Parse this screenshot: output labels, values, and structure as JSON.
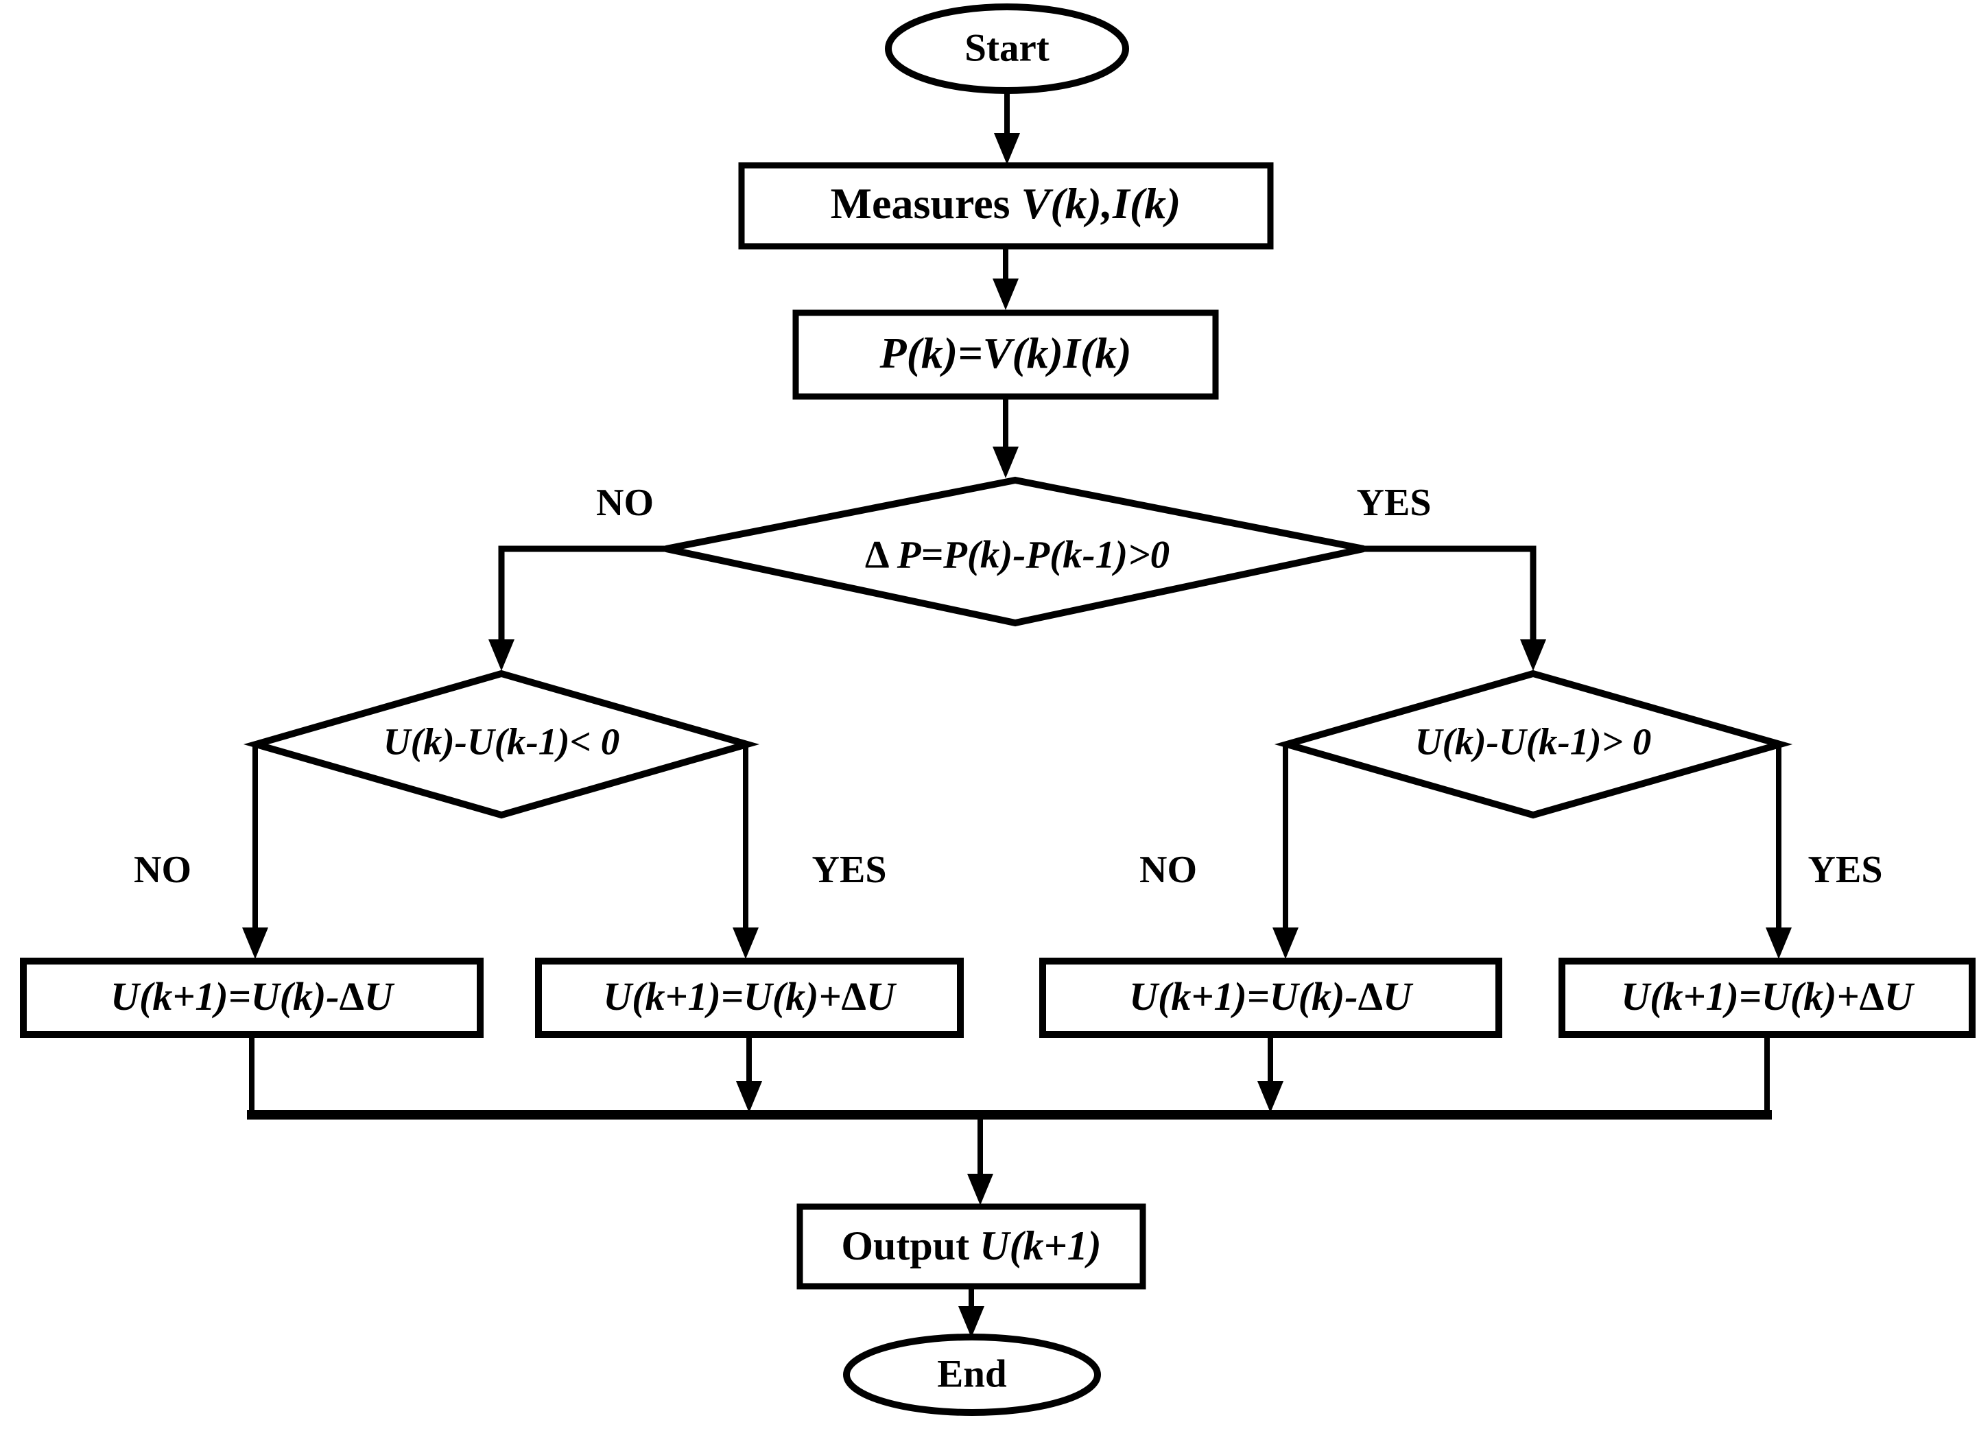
{
  "figure": {
    "kind": "flowchart",
    "colors": {
      "background": "#ffffff",
      "line": "#000000",
      "text": "#000000"
    }
  },
  "nodes": {
    "start": {
      "shape": "terminator",
      "label": "Start"
    },
    "measure": {
      "shape": "process",
      "label": "Measures *V(k),I(k)*"
    },
    "power": {
      "shape": "process",
      "label": "*P(k)=V(k)I(k)*"
    },
    "dp_decision": {
      "shape": "decision",
      "label": "Δ *P=P(k)-P(k-1)>0*"
    },
    "du_left_decision": {
      "shape": "decision",
      "label": "*U(k)-U(k-1)< 0*"
    },
    "du_right_decision": {
      "shape": "decision",
      "label": "*U(k)-U(k-1)> 0*"
    },
    "action_left_no": {
      "shape": "process",
      "label": "*U(k+1)=U(k)-*Δ*U*"
    },
    "action_left_yes": {
      "shape": "process",
      "label": "*U(k+1)=U(k)+*Δ*U*"
    },
    "action_right_no": {
      "shape": "process",
      "label": "*U(k+1)=U(k)-*Δ*U*"
    },
    "action_right_yes": {
      "shape": "process",
      "label": "*U(k+1)=U(k)+*Δ*U*"
    },
    "output": {
      "shape": "process",
      "label": "Output *U(k+1)*"
    },
    "end": {
      "shape": "terminator",
      "label": "End"
    }
  },
  "edge_labels": {
    "dp_no": "NO",
    "dp_yes": "YES",
    "du_left_no": "NO",
    "du_left_yes": "YES",
    "du_right_no": "NO",
    "du_right_yes": "YES"
  }
}
